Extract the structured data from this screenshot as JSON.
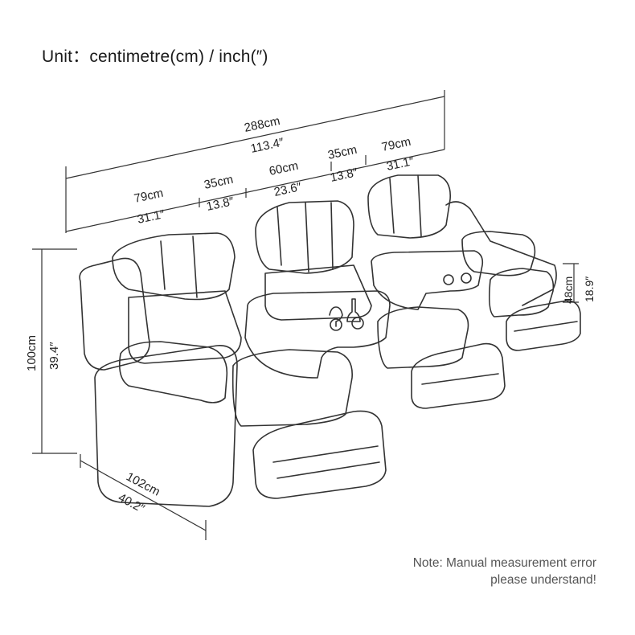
{
  "unit_title": "Unit：centimetre(cm) / inch(″)",
  "dimensions": {
    "total_width": {
      "cm": "288cm",
      "inch": "113.4″"
    },
    "seat_left": {
      "cm": "79cm",
      "inch": "31.1″"
    },
    "console_left": {
      "cm": "35cm",
      "inch": "13.8″"
    },
    "seat_middle": {
      "cm": "60cm",
      "inch": "23.6″"
    },
    "console_right": {
      "cm": "35cm",
      "inch": "13.8″"
    },
    "seat_right": {
      "cm": "79cm",
      "inch": "31.1″"
    },
    "height": {
      "cm": "100cm",
      "inch": "39.4″"
    },
    "depth": {
      "cm": "102cm",
      "inch": "40.2″"
    },
    "arm_height": {
      "cm": "48cm",
      "inch": "18.9″"
    }
  },
  "note": {
    "line1": "Note: Manual measurement error",
    "line2": "please understand!"
  },
  "colors": {
    "line": "#333333",
    "text": "#222222",
    "note": "#555555"
  }
}
